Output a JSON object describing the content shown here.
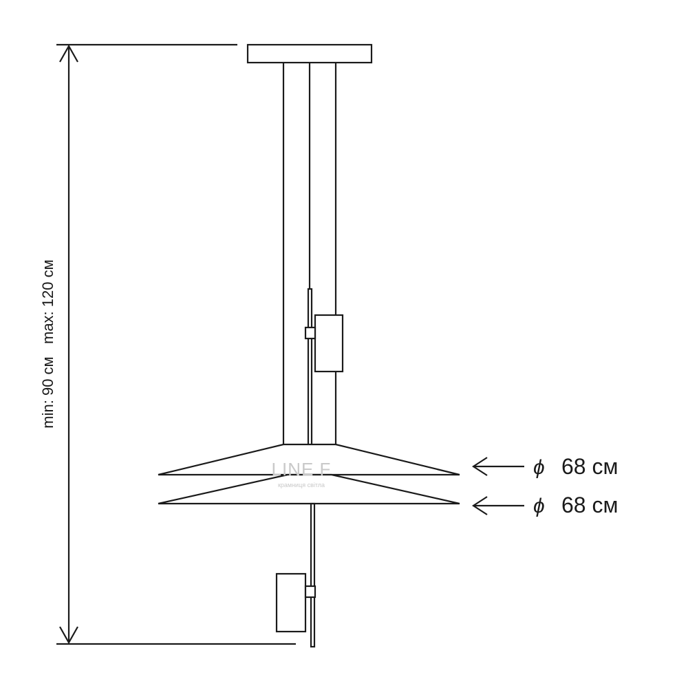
{
  "height_label": "min: 90 см   max: 120 см",
  "diameter_labels": [
    {
      "symbol": "ϕ",
      "text": "68 см"
    },
    {
      "symbol": "ϕ",
      "text": "68 см"
    }
  ],
  "watermark": {
    "brand": "LINE F",
    "tagline": "крамниця світла"
  },
  "colors": {
    "line": "#1a1a1a",
    "watermark": "#c9c9c9"
  }
}
